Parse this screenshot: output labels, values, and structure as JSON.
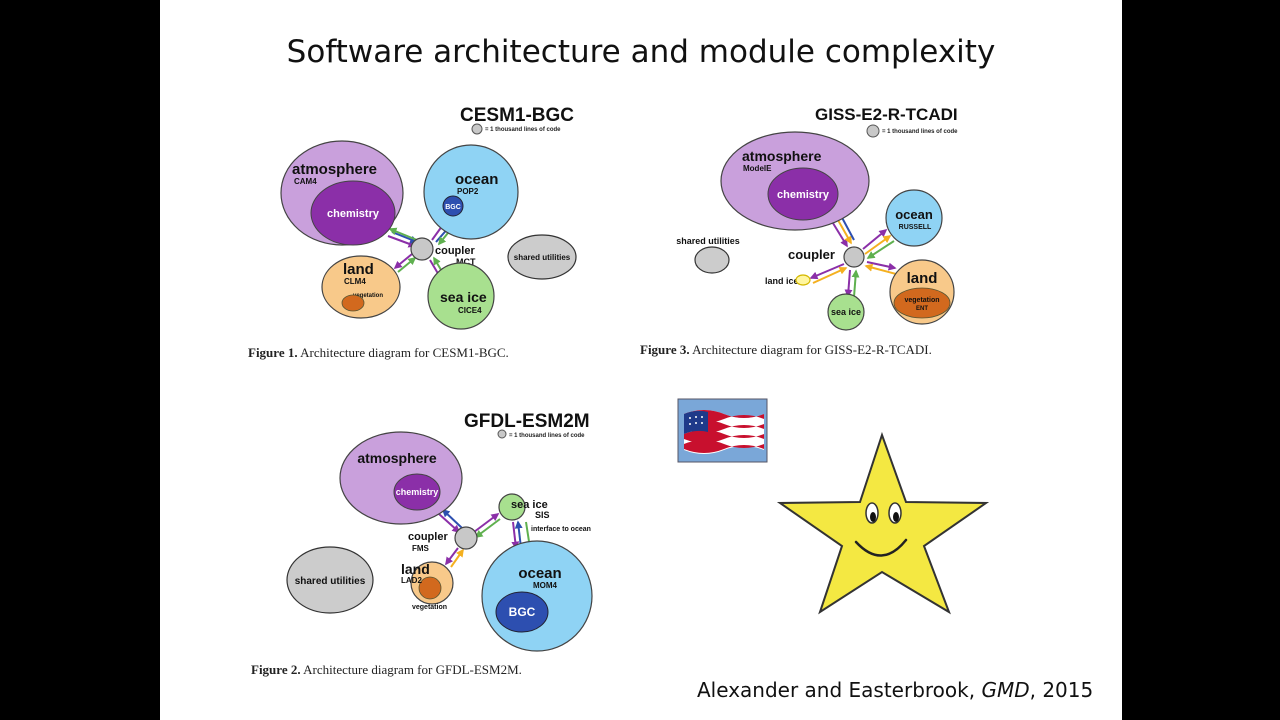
{
  "slide": {
    "title": "Software architecture and module complexity",
    "citation": {
      "authors": "Alexander and Easterbrook, ",
      "journal": "GMD",
      "year": ", 2015"
    }
  },
  "colors": {
    "atmosphere": "#c9a0dc",
    "chemistry": "#8b2fa8",
    "ocean": "#8fd3f4",
    "bgc": "#2d4fb0",
    "land": "#f8c98a",
    "vegetation": "#d2691e",
    "seaice": "#a8e08f",
    "coupler": "#c8c8c8",
    "shared": "#cccccc",
    "star": "#f4e842"
  },
  "figures": {
    "cesm": {
      "title": "CESM1-BGC",
      "legend": "= 1 thousand lines of code",
      "atmosphere": "atmosphere",
      "atm_model": "CAM4",
      "chemistry": "chemistry",
      "ocean": "ocean",
      "ocean_model": "POP2",
      "bgc": "BGC",
      "coupler": "coupler",
      "coupler_model": "MCT",
      "land": "land",
      "land_model": "CLM4",
      "vegetation": "vegetation",
      "seaice": "sea ice",
      "seaice_model": "CICE4",
      "shared": "shared utilities",
      "caption_label": "Figure 1.",
      "caption_text": " Architecture diagram for CESM1-BGC."
    },
    "giss": {
      "title": "GISS-E2-R-TCADI",
      "legend": "= 1 thousand lines of code",
      "atmosphere": "atmosphere",
      "atm_model": "ModelE",
      "chemistry": "chemistry",
      "ocean": "ocean",
      "ocean_model": "RUSSELL",
      "shared": "shared utilities",
      "coupler": "coupler",
      "landice": "land ice",
      "land": "land",
      "vegetation": "vegetation",
      "veg_model": "ENT",
      "seaice": "sea ice",
      "caption_label": "Figure 3.",
      "caption_text": " Architecture diagram for GISS-E2-R-TCADI."
    },
    "gfdl": {
      "title": "GFDL-ESM2M",
      "legend": "= 1 thousand lines of code",
      "atmosphere": "atmosphere",
      "chemistry": "chemistry",
      "seaice": "sea ice",
      "seaice_model": "SIS",
      "interface": "interface to ocean",
      "coupler": "coupler",
      "coupler_model": "FMS",
      "shared": "shared utilities",
      "land": "land",
      "land_model": "LAD2",
      "vegetation": "vegetation",
      "ocean": "ocean",
      "ocean_model": "MOM4",
      "bgc": "BGC",
      "caption_label": "Figure 2.",
      "caption_text": " Architecture diagram for GFDL-ESM2M."
    }
  }
}
